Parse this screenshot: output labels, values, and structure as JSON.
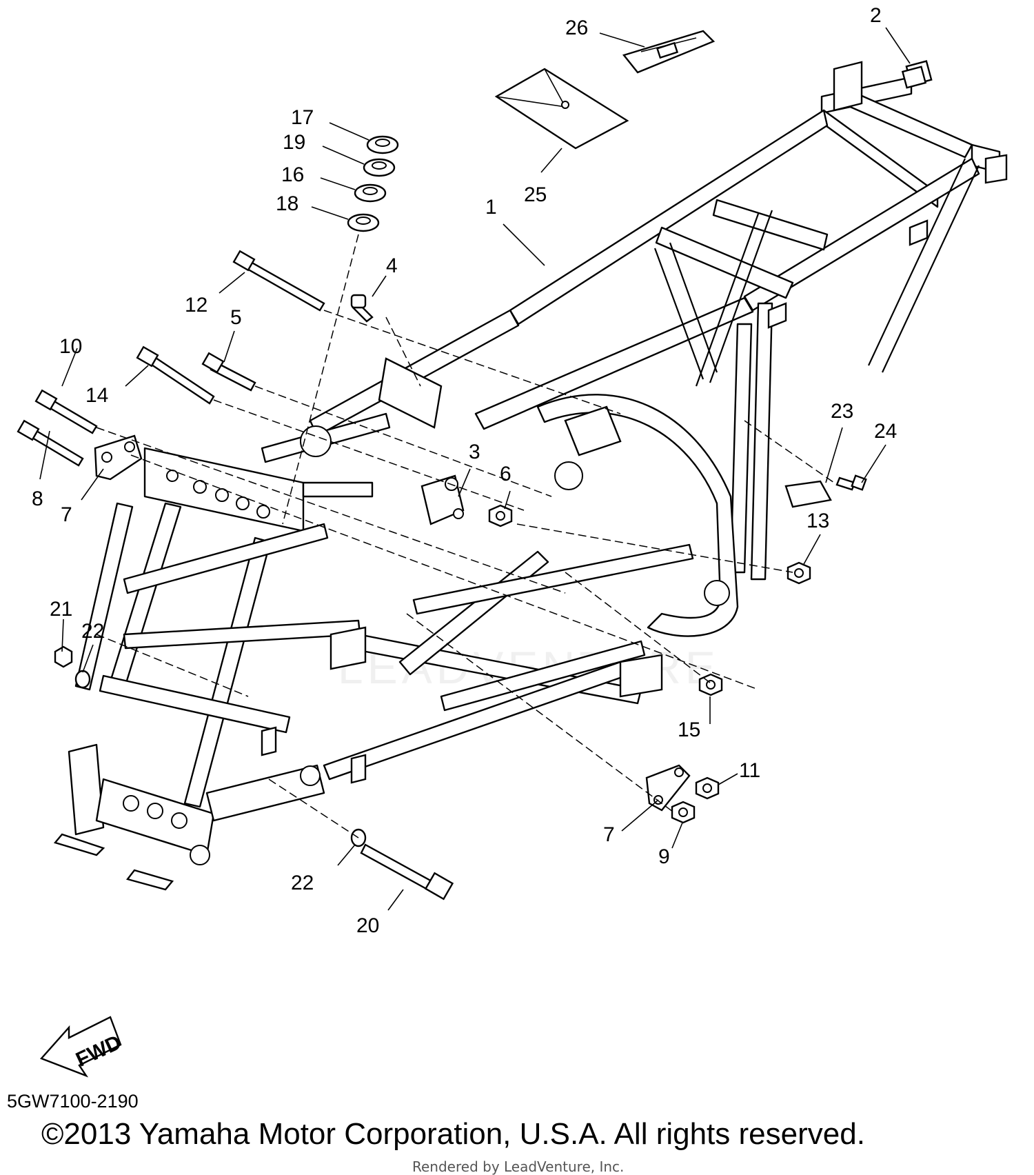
{
  "diagram": {
    "callouts": [
      "26",
      "2",
      "17",
      "19",
      "16",
      "18",
      "25",
      "1",
      "4",
      "12",
      "5",
      "10",
      "14",
      "8",
      "7",
      "3",
      "6",
      "23",
      "24",
      "13",
      "21",
      "22",
      "15",
      "11",
      "7",
      "9",
      "22",
      "20"
    ],
    "fwd_label": "FWD",
    "watermark": "LEADVENTURE"
  },
  "footer": {
    "diagram_code": "5GW7100-2190",
    "copyright": "©2013 Yamaha Motor Corporation, U.S.A. All rights reserved.",
    "rendered_by": "Rendered by LeadVenture, Inc."
  }
}
